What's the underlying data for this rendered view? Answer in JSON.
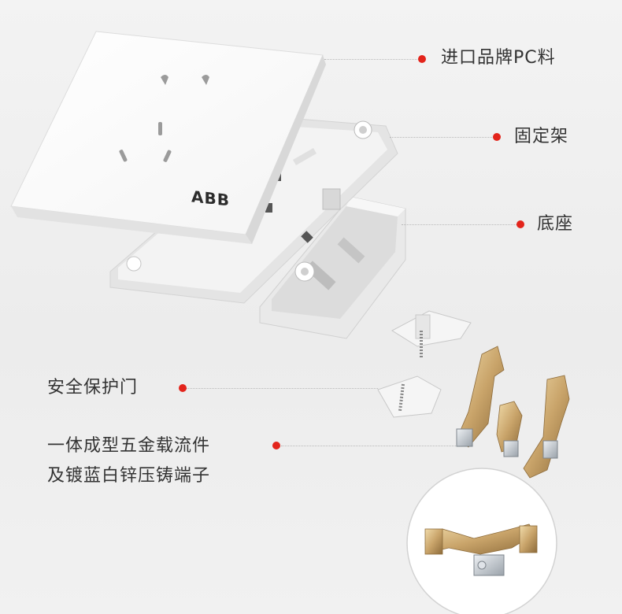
{
  "brand": {
    "logo_text": "ABB"
  },
  "colors": {
    "marker": "#e3241b",
    "leader": "#b9b9b9",
    "text": "#333333",
    "metal": "#c9a46a"
  },
  "callouts": {
    "cover": "进口品牌PC料",
    "frame": "固定架",
    "base": "底座",
    "shutter": "安全保护门",
    "terminal_line1": "一体成型五金载流件",
    "terminal_line2": "及镀蓝白锌压铸端子"
  }
}
